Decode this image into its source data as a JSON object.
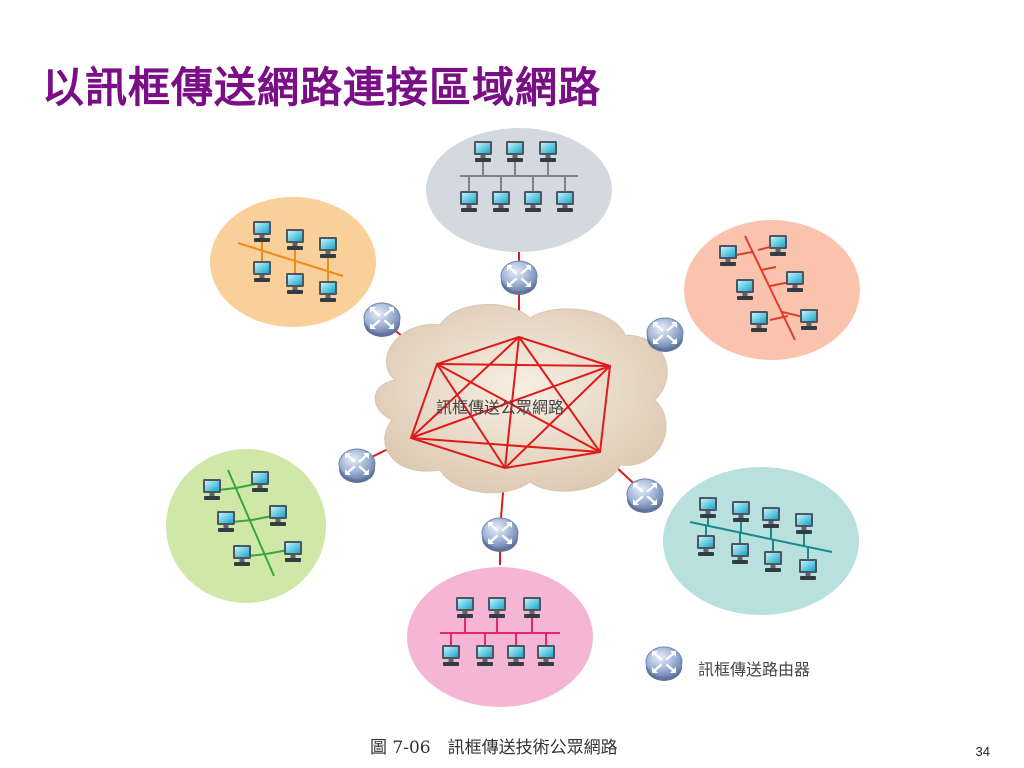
{
  "slide": {
    "title": "以訊框傳送網路連接區域網路",
    "page_number": "34"
  },
  "diagram": {
    "cloud_label": "訊框傳送公眾網路",
    "legend_label": "訊框傳送路由器",
    "caption": "圖 7-06　訊框傳送技術公眾網路",
    "colors": {
      "title": "#7a0e86",
      "wan_links": "#e01a1a",
      "cloud": "#e9dccb",
      "lan_top": "#d4d8df",
      "lan_top_right": "#f9c3ad",
      "lan_bottom_right": "#b7e0df",
      "lan_bottom": "#f5b6d6",
      "lan_bottom_left": "#cfe8a7",
      "lan_top_left": "#f9cf9a",
      "router": "#9db1d3"
    },
    "icons": {
      "router": "router-icon",
      "computer": "computer-icon"
    }
  }
}
